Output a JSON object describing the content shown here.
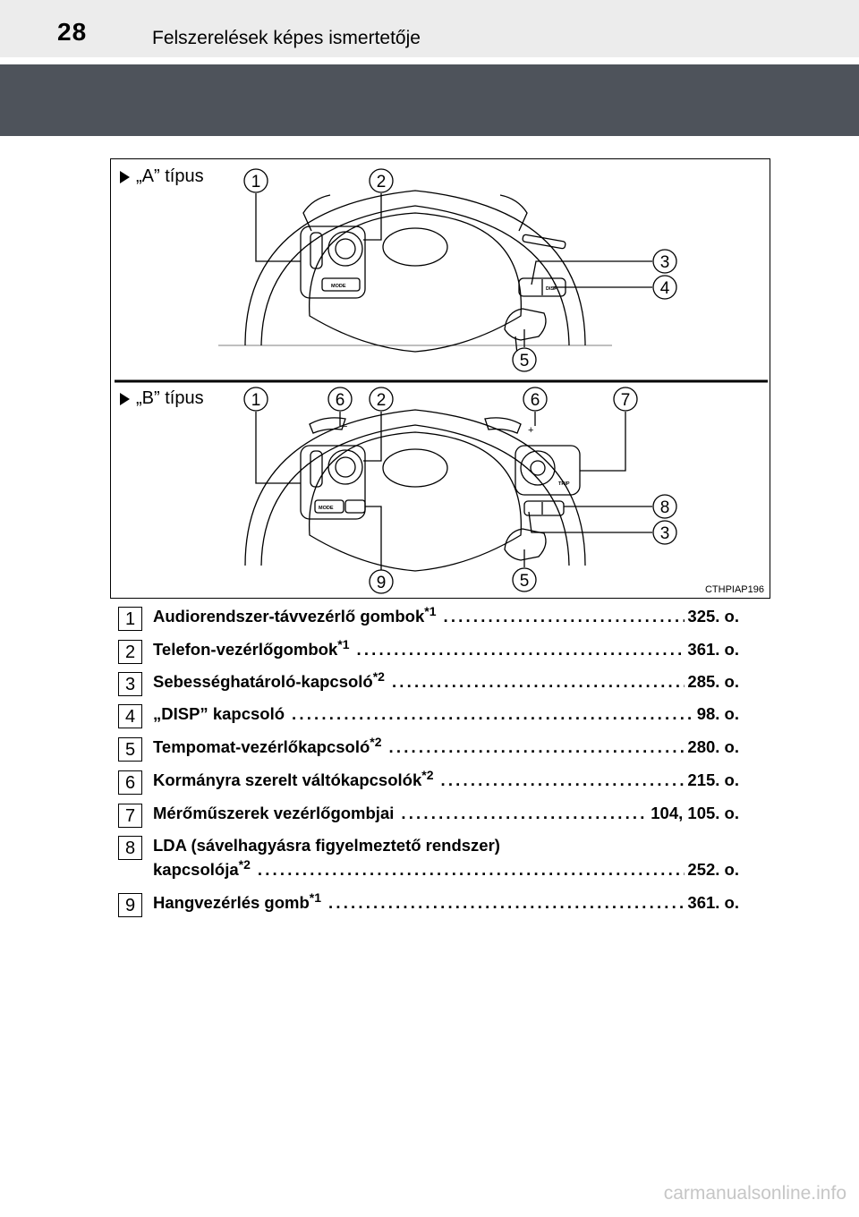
{
  "header": {
    "page_number": "28",
    "title": "Felszerelések képes ismertetője"
  },
  "figure": {
    "type_a_label": "„A” típus",
    "type_b_label": "„B” típus",
    "callouts_a": [
      "1",
      "2",
      "3",
      "4",
      "5"
    ],
    "callouts_b": [
      "1",
      "6",
      "2",
      "6",
      "7",
      "8",
      "3",
      "9",
      "5"
    ],
    "button_text": {
      "mode": "MODE",
      "disp": "DISP",
      "trip": "TRIP",
      "plus": "+",
      "minus": "−"
    },
    "code": "CTHPIAP196"
  },
  "items": [
    {
      "num": "1",
      "label": "Audiorendszer-távvezérlő gombok",
      "note": "*1",
      "page": "325. o."
    },
    {
      "num": "2",
      "label": "Telefon-vezérlőgombok",
      "note": "*1",
      "page": "361. o."
    },
    {
      "num": "3",
      "label": "Sebességhatároló-kapcsoló",
      "note": "*2",
      "page": "285. o."
    },
    {
      "num": "4",
      "label": "„DISP” kapcsoló",
      "note": "",
      "page": "98. o."
    },
    {
      "num": "5",
      "label": "Tempomat-vezérlőkapcsoló",
      "note": "*2",
      "page": "280. o."
    },
    {
      "num": "6",
      "label": "Kormányra szerelt váltókapcsolók",
      "note": "*2",
      "page": "215. o."
    },
    {
      "num": "7",
      "label": "Mérőműszerek vezérlőgombjai",
      "note": "",
      "page": "104, 105. o."
    },
    {
      "num": "8",
      "label_line1": "LDA (sávelhagyásra figyelmeztető rendszer)",
      "label": "kapcsolója",
      "note": "*2",
      "page": "252. o."
    },
    {
      "num": "9",
      "label": "Hangvezérlés gomb",
      "note": "*1",
      "page": "361. o."
    }
  ],
  "watermark": "carmanualsonline.info"
}
